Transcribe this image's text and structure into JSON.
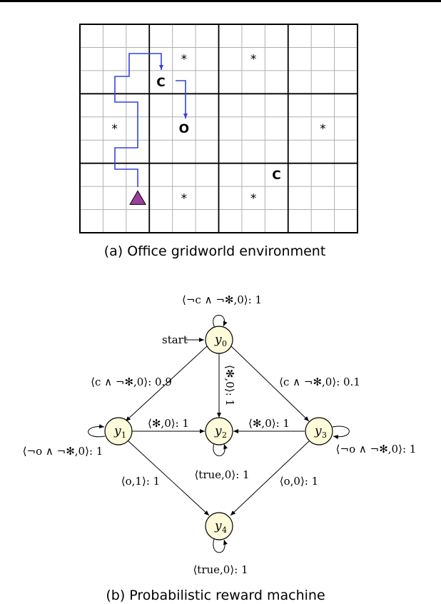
{
  "gridworld": {
    "caption": "(a) Office gridworld environment",
    "cols": 12,
    "rows": 9,
    "cells": [
      {
        "col": 4,
        "row": 1,
        "text": "*",
        "kind": "star"
      },
      {
        "col": 7,
        "row": 1,
        "text": "*",
        "kind": "star"
      },
      {
        "col": 3,
        "row": 2,
        "text": "C",
        "kind": "coffee"
      },
      {
        "col": 1,
        "row": 4,
        "text": "*",
        "kind": "star"
      },
      {
        "col": 4,
        "row": 4,
        "text": "O",
        "kind": "office"
      },
      {
        "col": 10,
        "row": 4,
        "text": "*",
        "kind": "star"
      },
      {
        "col": 8,
        "row": 6,
        "text": "C",
        "kind": "coffee"
      },
      {
        "col": 4,
        "row": 7,
        "text": "*",
        "kind": "star"
      },
      {
        "col": 7,
        "row": 7,
        "text": "*",
        "kind": "star"
      }
    ],
    "agent": {
      "col": 2,
      "row": 7,
      "color": "#9b3f9b"
    },
    "path_color": "#3344dd"
  },
  "reward_machine": {
    "caption": "(b) Probabilistic reward machine",
    "start_label": "start",
    "nodes": [
      {
        "id": "y0",
        "base": "y",
        "sub": "0"
      },
      {
        "id": "y1",
        "base": "y",
        "sub": "1"
      },
      {
        "id": "y2",
        "base": "y",
        "sub": "2"
      },
      {
        "id": "y3",
        "base": "y",
        "sub": "3"
      },
      {
        "id": "y4",
        "base": "y",
        "sub": "4"
      }
    ],
    "edge_labels": {
      "y0_self": "⟨¬c ∧ ¬✻,0⟩: 1",
      "y0_y1": "⟨c ∧ ¬✻,0⟩: 0.9",
      "y0_y2": "⟨✻,0⟩: 1",
      "y0_y3": "⟨c ∧ ¬✻,0⟩: 0.1",
      "y1_y2": "⟨✻,0⟩: 1",
      "y3_y2": "⟨✻,0⟩: 1",
      "y1_self": "⟨¬o ∧ ¬✻,0⟩: 1",
      "y3_self": "⟨¬o ∧ ¬✻,0⟩: 1",
      "y2_self": "⟨true,0⟩: 1",
      "y1_y4": "⟨o,1⟩: 1",
      "y3_y4": "⟨o,0⟩: 1",
      "y4_self": "⟨true,0⟩: 1"
    },
    "node_fill": "#fdfbd9"
  }
}
